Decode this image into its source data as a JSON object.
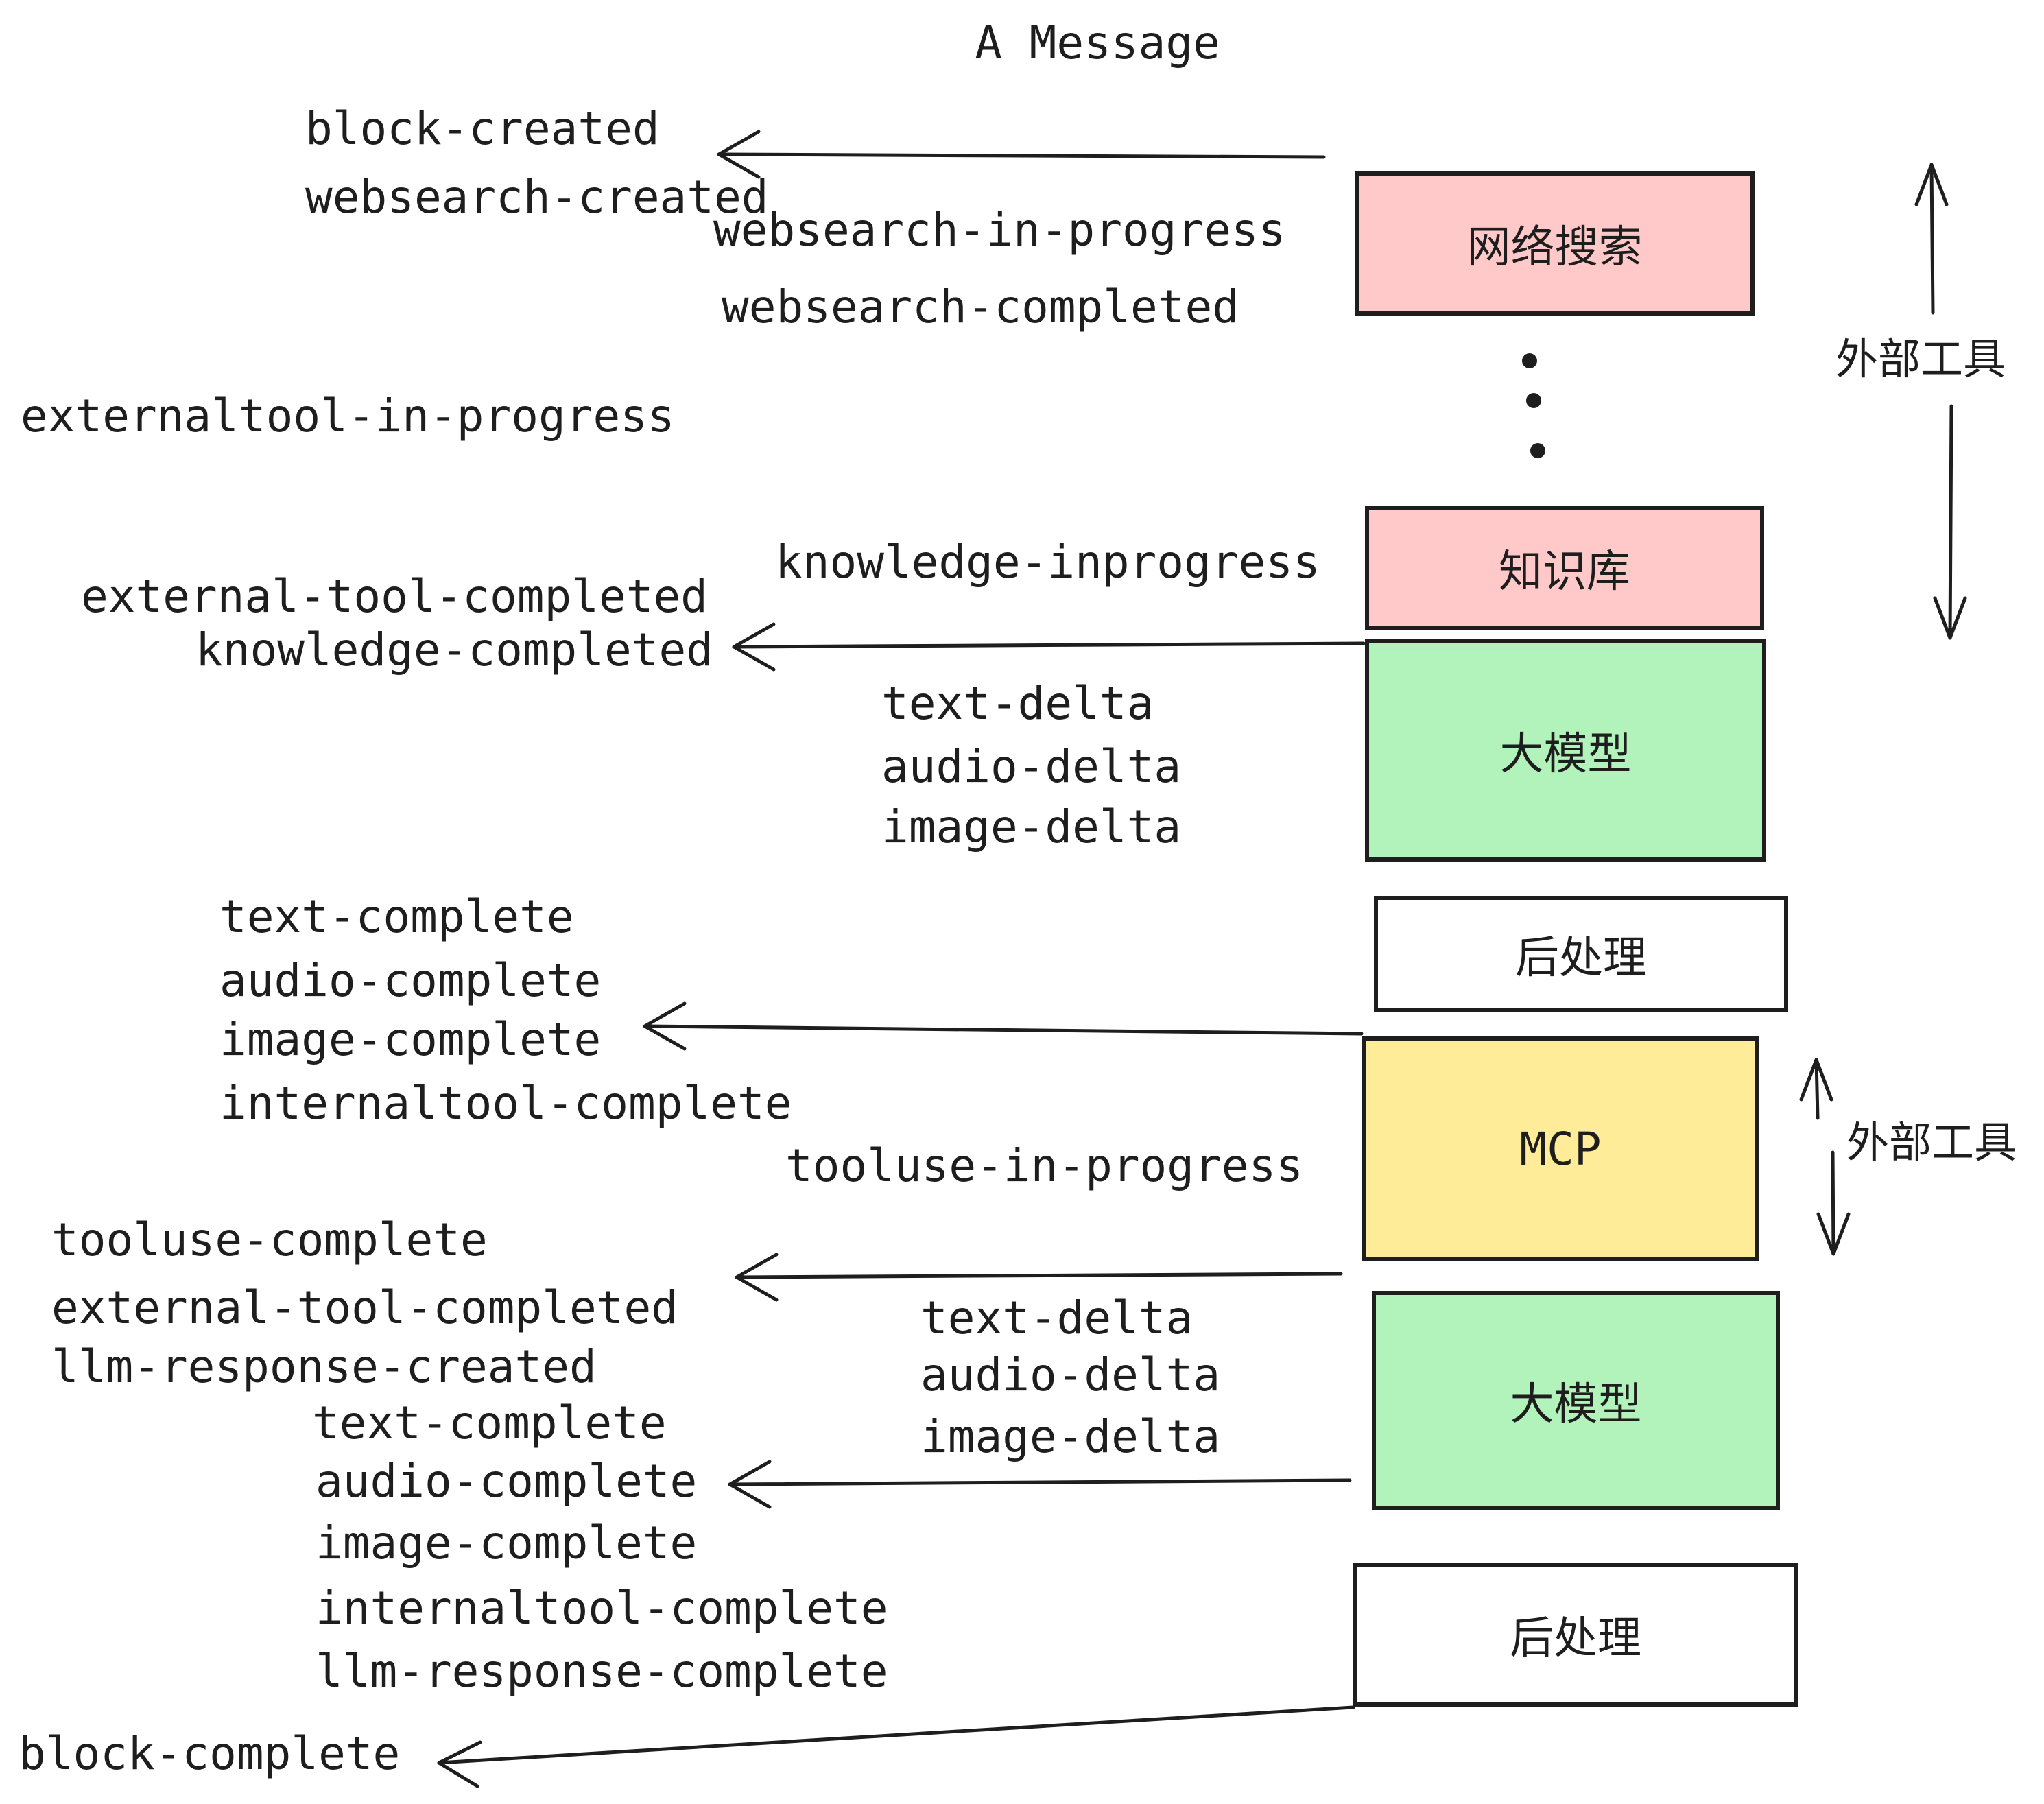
{
  "title": "A Message",
  "colors": {
    "background": "#ffffff",
    "stroke": "#1e1e1e",
    "external_tool_box": "#ffc9c9",
    "llm_box": "#b2f2bb",
    "mcp_box": "#ffec99",
    "postprocess_box": "#ffffff"
  },
  "boxes": {
    "websearch": "网络搜索",
    "knowledge": "知识库",
    "llm": "大模型",
    "postprocess": "后处理",
    "mcp": "MCP"
  },
  "side_labels": {
    "external_tools": "外部工具"
  },
  "events": {
    "block_created": "block-created",
    "websearch_created": "websearch-created",
    "websearch_in_progress": "websearch-in-progress",
    "websearch_completed": "websearch-completed",
    "externaltool_in_progress": "externaltool-in-progress",
    "knowledge_inprogress": "knowledge-inprogress",
    "external_tool_completed": "external-tool-completed",
    "knowledge_completed": "knowledge-completed",
    "text_delta": "text-delta",
    "audio_delta": "audio-delta",
    "image_delta": "image-delta",
    "text_complete": "text-complete",
    "audio_complete": "audio-complete",
    "image_complete": "image-complete",
    "internaltool_complete": "internaltool-complete",
    "tooluse_in_progress": "tooluse-in-progress",
    "tooluse_complete": "tooluse-complete",
    "llm_response_created": "llm-response-created",
    "llm_response_complete": "llm-response-complete",
    "block_complete": "block-complete"
  },
  "icons": {
    "left_arrow": "left-arrow",
    "up_arrow": "up-arrow",
    "down_arrow": "down-arrow",
    "vertical_ellipsis": "vertical-ellipsis-dots"
  }
}
